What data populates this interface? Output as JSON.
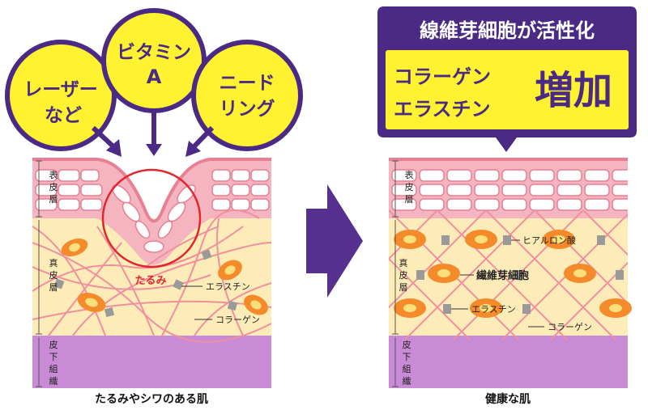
{
  "callouts": {
    "laser": {
      "line1": "レーザー",
      "line2": "など"
    },
    "vitamin": {
      "line1": "ビタミン",
      "line2": "A"
    },
    "needling": {
      "line1": "ニード",
      "line2": "リング"
    }
  },
  "banner": {
    "title": "線維芽細胞が活性化",
    "line1": "コラーゲン",
    "line2": "エラスチン",
    "increase": "増加"
  },
  "layers": {
    "epidermis": [
      "表",
      "皮",
      "層"
    ],
    "dermis": [
      "真",
      "皮",
      "層"
    ],
    "subcutis": [
      "皮",
      "下",
      "組",
      "織"
    ]
  },
  "left_labels": {
    "sagging": "たるみ",
    "elastin": "エラスチン",
    "collagen": "コラーゲン"
  },
  "right_labels": {
    "hyaluronic": "ヒアルロン酸",
    "fibroblast": "繊維芽細胞",
    "elastin": "エラスチン",
    "collagen": "コラーゲン"
  },
  "captions": {
    "left": "たるみやシワのある肌",
    "right": "健康な肌"
  },
  "colors": {
    "purple": "#4a2a85",
    "yellow": "#fff230",
    "skin_pink": "#f08fa0",
    "dermis": "#fdecb8",
    "subcutis": "#c98ad6",
    "arrow": "#55308f",
    "sag_circle": "#e0262f"
  }
}
